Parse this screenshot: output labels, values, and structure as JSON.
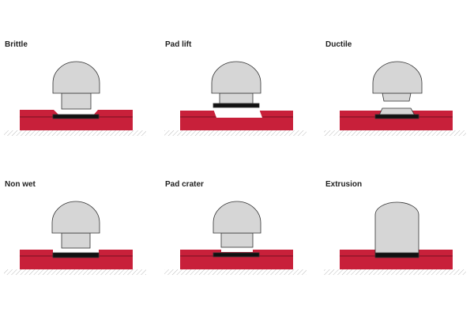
{
  "title": "Solder joint failure modes",
  "panels": [
    {
      "label": "Brittle"
    },
    {
      "label": "Pad lift"
    },
    {
      "label": "Ductile"
    },
    {
      "label": "Non wet"
    },
    {
      "label": "Pad crater"
    },
    {
      "label": "Extrusion"
    }
  ],
  "colors": {
    "board": "#c8203a",
    "ball": "#d6d6d6",
    "pad": "#111111",
    "outline": "#333333"
  }
}
